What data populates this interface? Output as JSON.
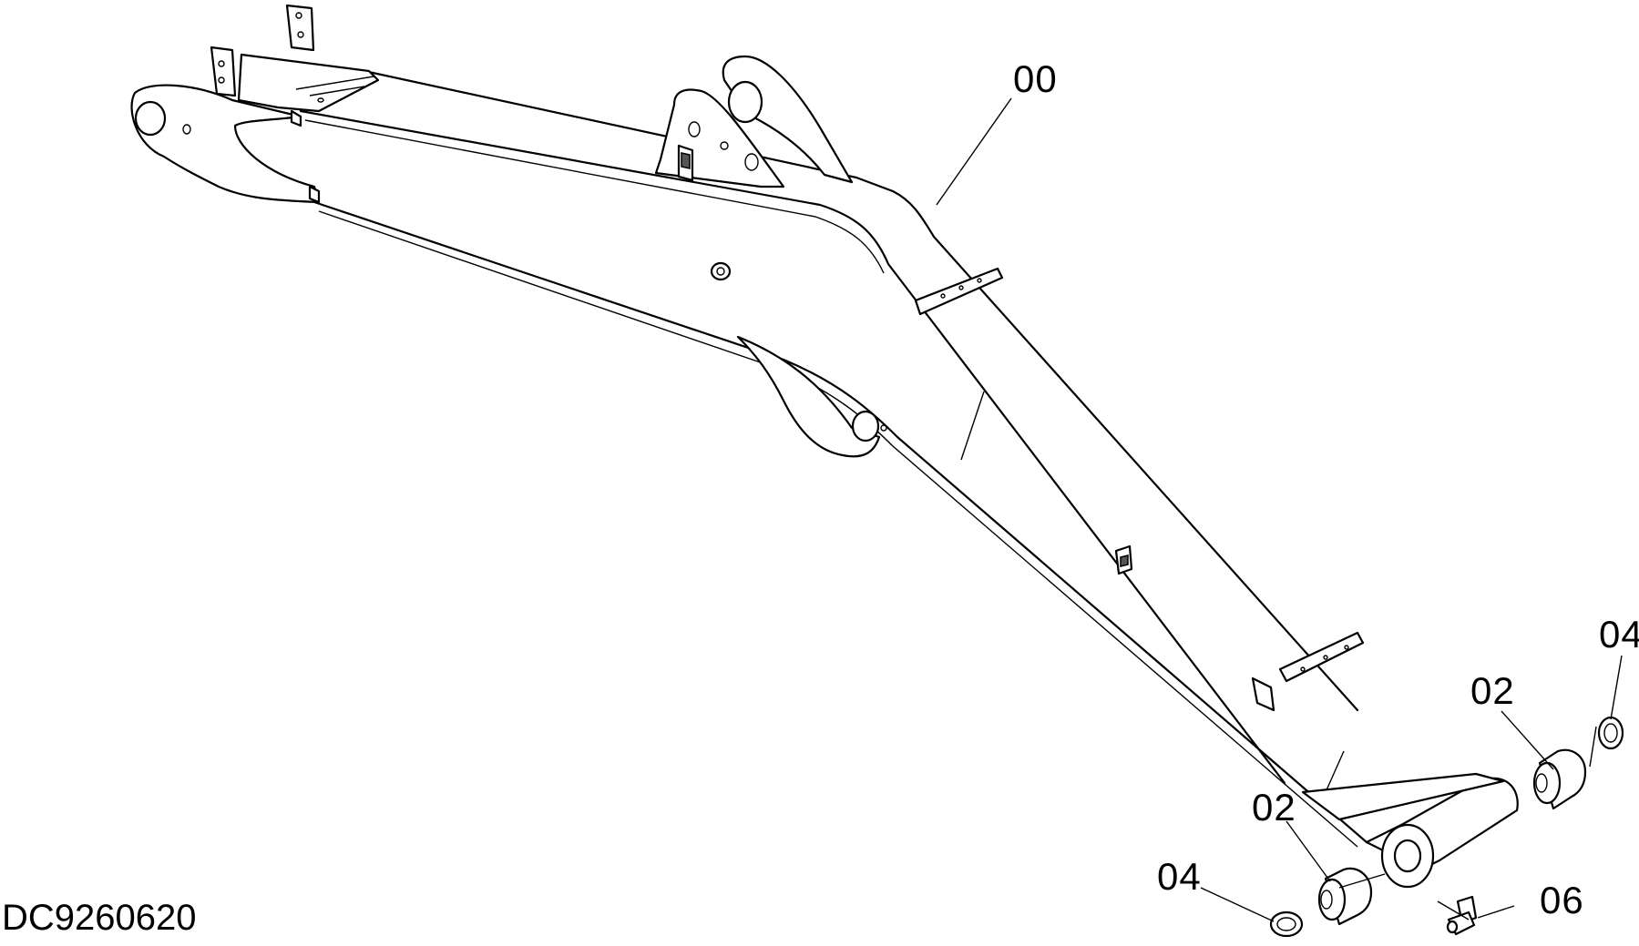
{
  "diagram": {
    "part_labels": {
      "boom": "00",
      "bushing_right": "02",
      "bushing_left": "02",
      "seal_right": "04",
      "seal_left": "04",
      "grease_fitting": "06"
    },
    "drawing_id": "DC9260620"
  }
}
